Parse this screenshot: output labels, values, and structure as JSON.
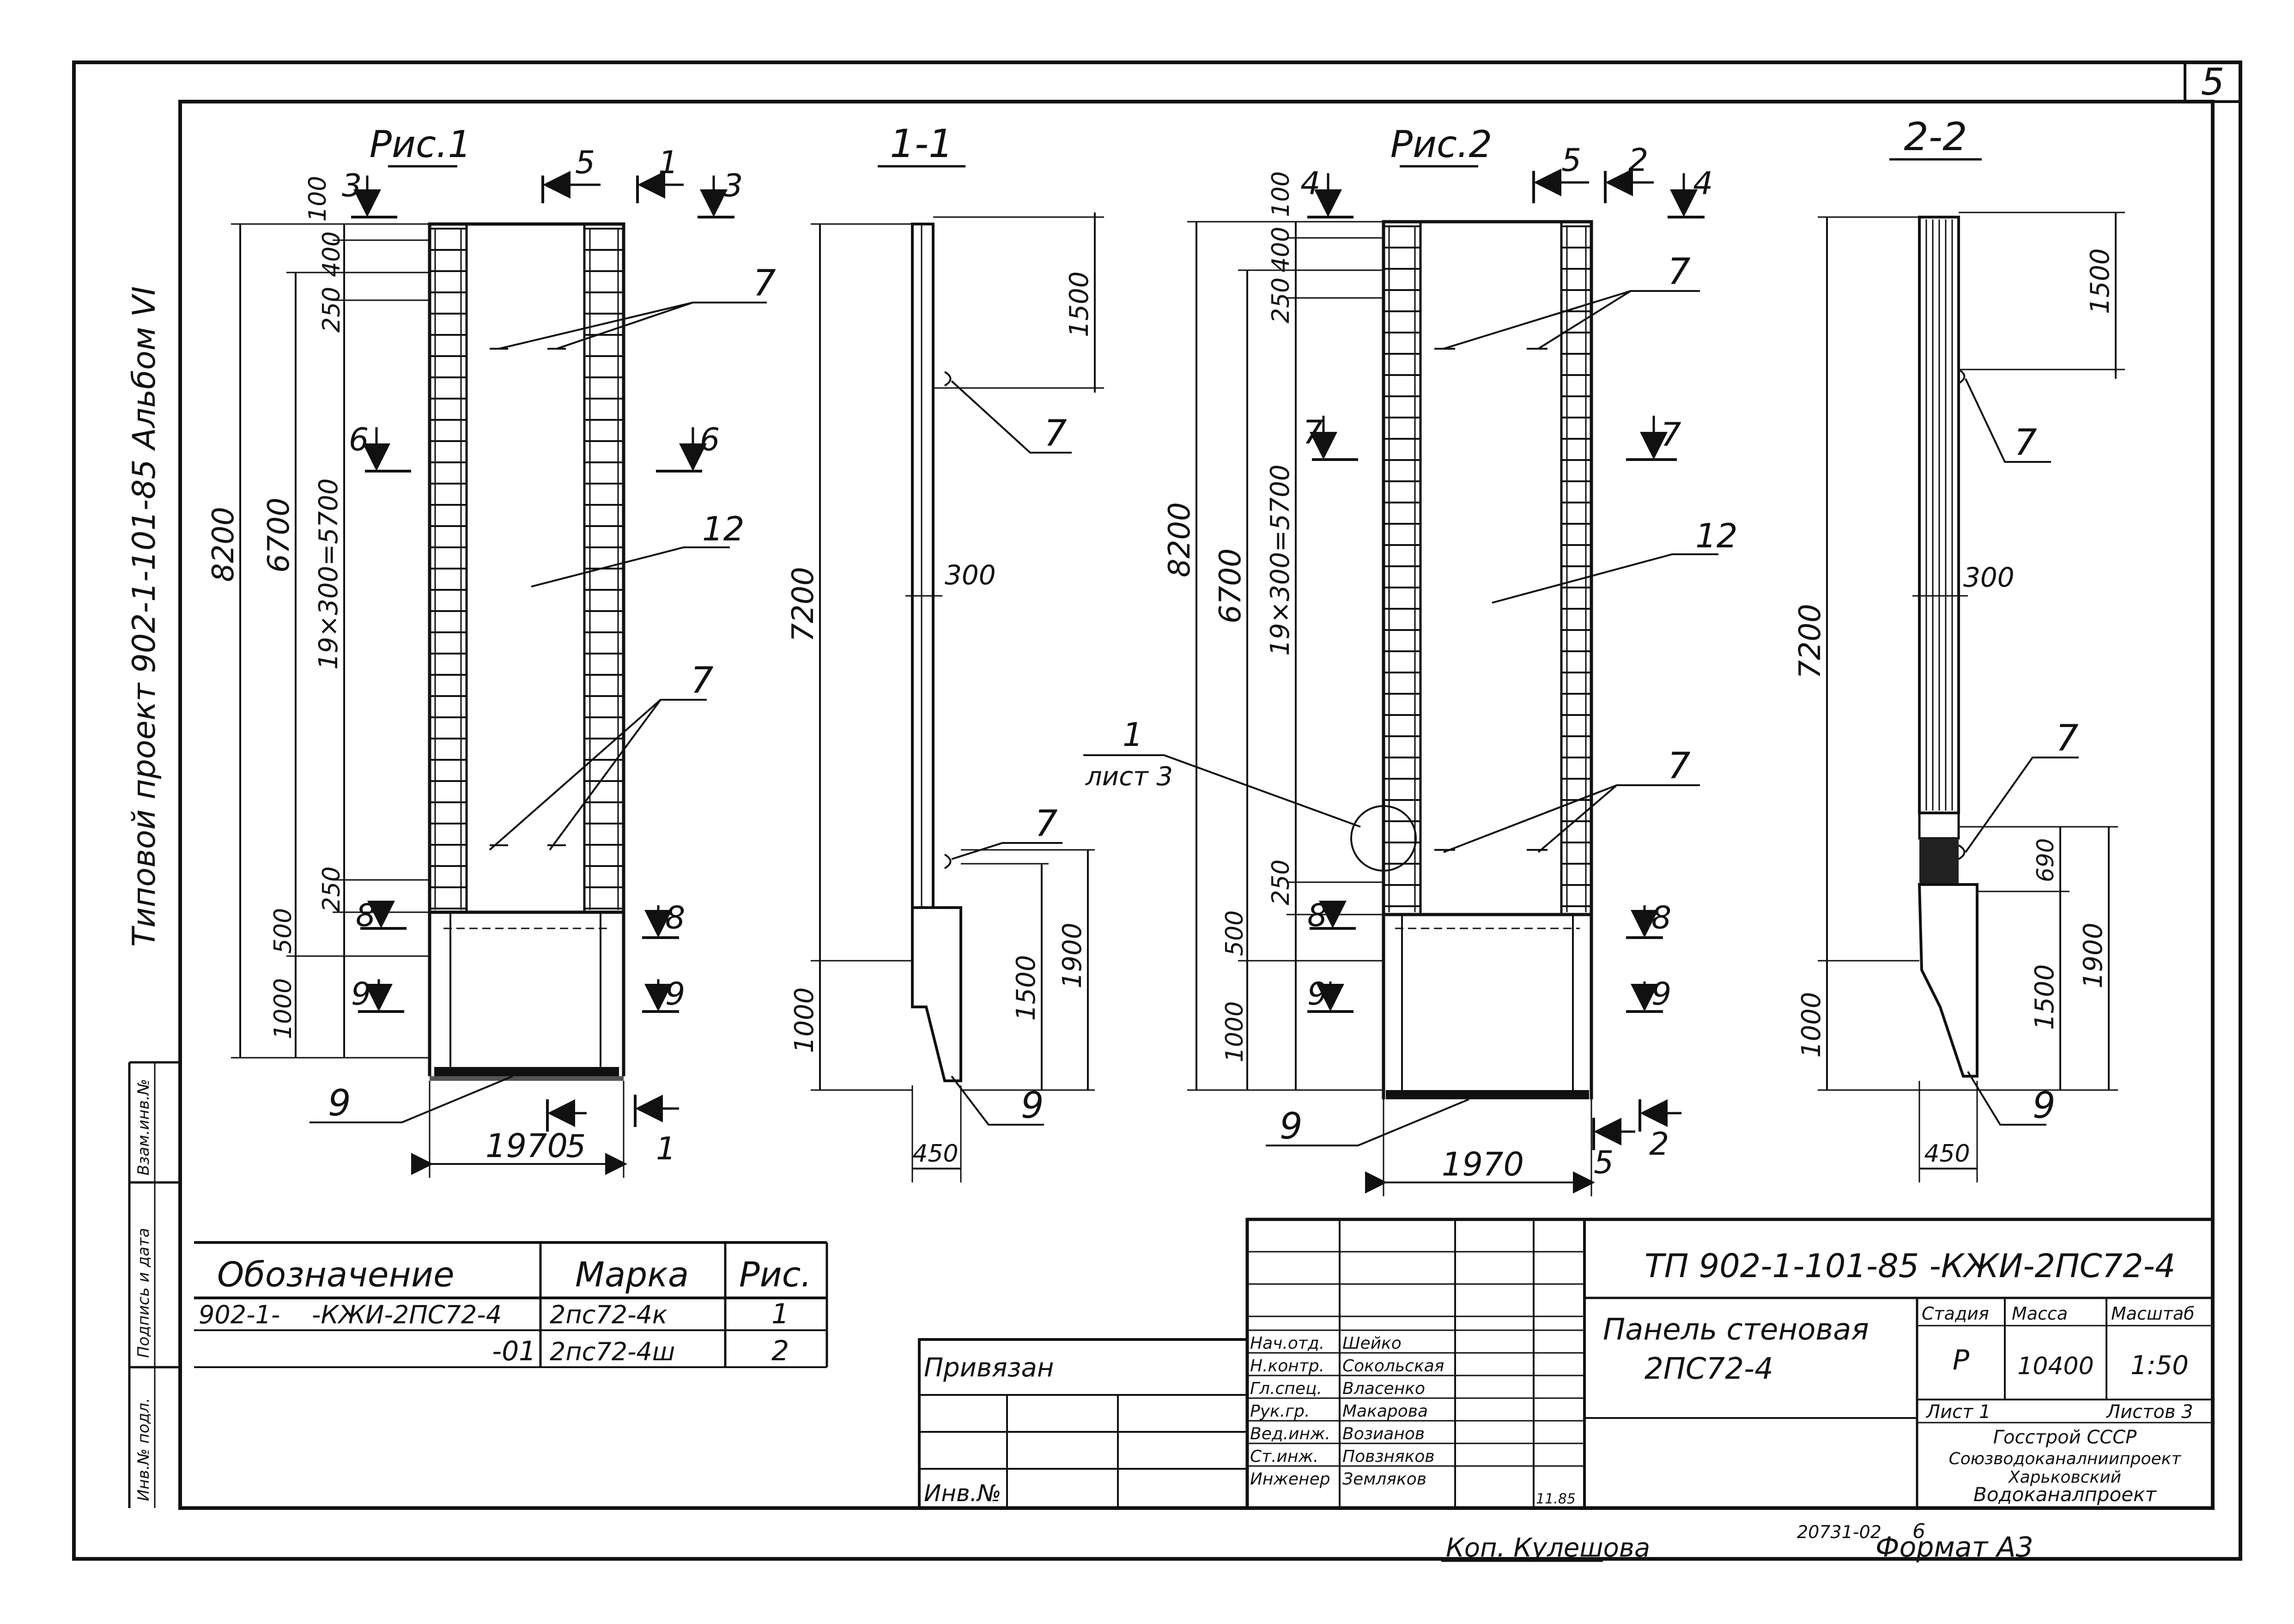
{
  "sheet": {
    "page_number": "5",
    "side_title": "Типовой проект 902-1-101-85 Альбом VI",
    "side_labels": [
      "Инв.№ подл.",
      "Подпись и дата",
      "Взам.инв.№"
    ],
    "copied_by": "Коп. Кулешова",
    "format": "Формат А3",
    "order_number": "20731-02",
    "order_suffix": "6"
  },
  "views": {
    "fig1": {
      "title": "Рис.1",
      "width_dim": "1970",
      "dims_left": [
        "100",
        "250",
        "400",
        "8200",
        "6700",
        "19×300=5700",
        "250",
        "500",
        "1000"
      ],
      "marks": {
        "m7_top": "7",
        "m7_bottom": "7",
        "m12": "12",
        "m9": "9"
      },
      "cuts": {
        "c3": "3",
        "c5": "5",
        "c1": "1",
        "c6": "6",
        "c8": "8",
        "c9": "9"
      }
    },
    "sec11": {
      "title": "1-1",
      "dims": [
        "1500",
        "7200",
        "300",
        "1500",
        "1900",
        "1000",
        "450"
      ],
      "marks": {
        "m7a": "7",
        "m7b": "7",
        "m9": "9"
      },
      "ref": {
        "num": "1",
        "sheet": "лист 3"
      }
    },
    "fig2": {
      "title": "Рис.2",
      "width_dim": "1970",
      "dims_left": [
        "100",
        "250",
        "400",
        "8200",
        "6700",
        "19×300=5700",
        "250",
        "500",
        "1000"
      ],
      "marks": {
        "m7_top": "7",
        "m7_bottom": "7",
        "m12": "12",
        "m9": "9"
      },
      "cuts": {
        "c4": "4",
        "c5": "5",
        "c2": "2",
        "c7": "7",
        "c8": "8",
        "c9": "9"
      }
    },
    "sec22": {
      "title": "2-2",
      "dims": [
        "1500",
        "7200",
        "300",
        "690",
        "1900",
        "1500",
        "1000",
        "450"
      ],
      "marks": {
        "m7a": "7",
        "m7b": "7",
        "m9": "9"
      }
    }
  },
  "spec_table": {
    "headers": [
      "Обозначение",
      "Марка",
      "Рис."
    ],
    "rows": [
      {
        "designation": "902-1-    -КЖИ-2ПС72-4",
        "mark": "2пс72-4к",
        "fig": "1"
      },
      {
        "designation": "-01",
        "mark": "2пс72-4ш",
        "fig": "2"
      }
    ]
  },
  "binding": {
    "label": "Привязан",
    "inv_label": "Инв.№"
  },
  "title_block": {
    "code": "ТП 902-1-101-85  -КЖИ-2ПС72-4",
    "name_line1": "Панель стеновая",
    "name_line2": "2ПС72-4",
    "stage_header": "Стадия",
    "mass_header": "Масса",
    "scale_header": "Масштаб",
    "stage": "Р",
    "mass": "10400",
    "scale": "1:50",
    "sheet_label": "Лист 1",
    "sheets_label": "Листов 3",
    "org_line1": "Госстрой СССР",
    "org_line2": "Союзводоканалниипроект",
    "org_line3": "Харьковский",
    "org_line4": "Водоканалпроект",
    "date": "11.85",
    "staff": [
      {
        "role": "Нач.отд.",
        "name": "Шейко"
      },
      {
        "role": "Н.контр.",
        "name": "Сокольская"
      },
      {
        "role": "Гл.спец.",
        "name": "Власенко"
      },
      {
        "role": "Рук.гр.",
        "name": "Макарова"
      },
      {
        "role": "Вед.инж.",
        "name": "Возианов"
      },
      {
        "role": "Ст.инж.",
        "name": "Повзняков"
      },
      {
        "role": "Инженер",
        "name": "Земляков"
      }
    ]
  }
}
